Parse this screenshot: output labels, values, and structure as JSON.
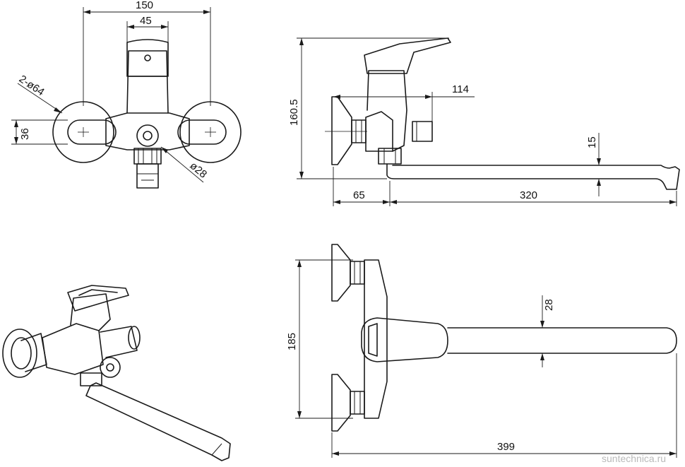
{
  "dimensions": {
    "width_150": "150",
    "width_45": "45",
    "flange_dia": "2-ø64",
    "height_36": "36",
    "outlet_dia": "ø28",
    "height_160_5": "160.5",
    "depth_114": "114",
    "height_15": "15",
    "depth_65": "65",
    "spout_320": "320",
    "height_185": "185",
    "spout_dia_28": "28",
    "total_399": "399"
  },
  "watermark": "suntechnica.ru"
}
